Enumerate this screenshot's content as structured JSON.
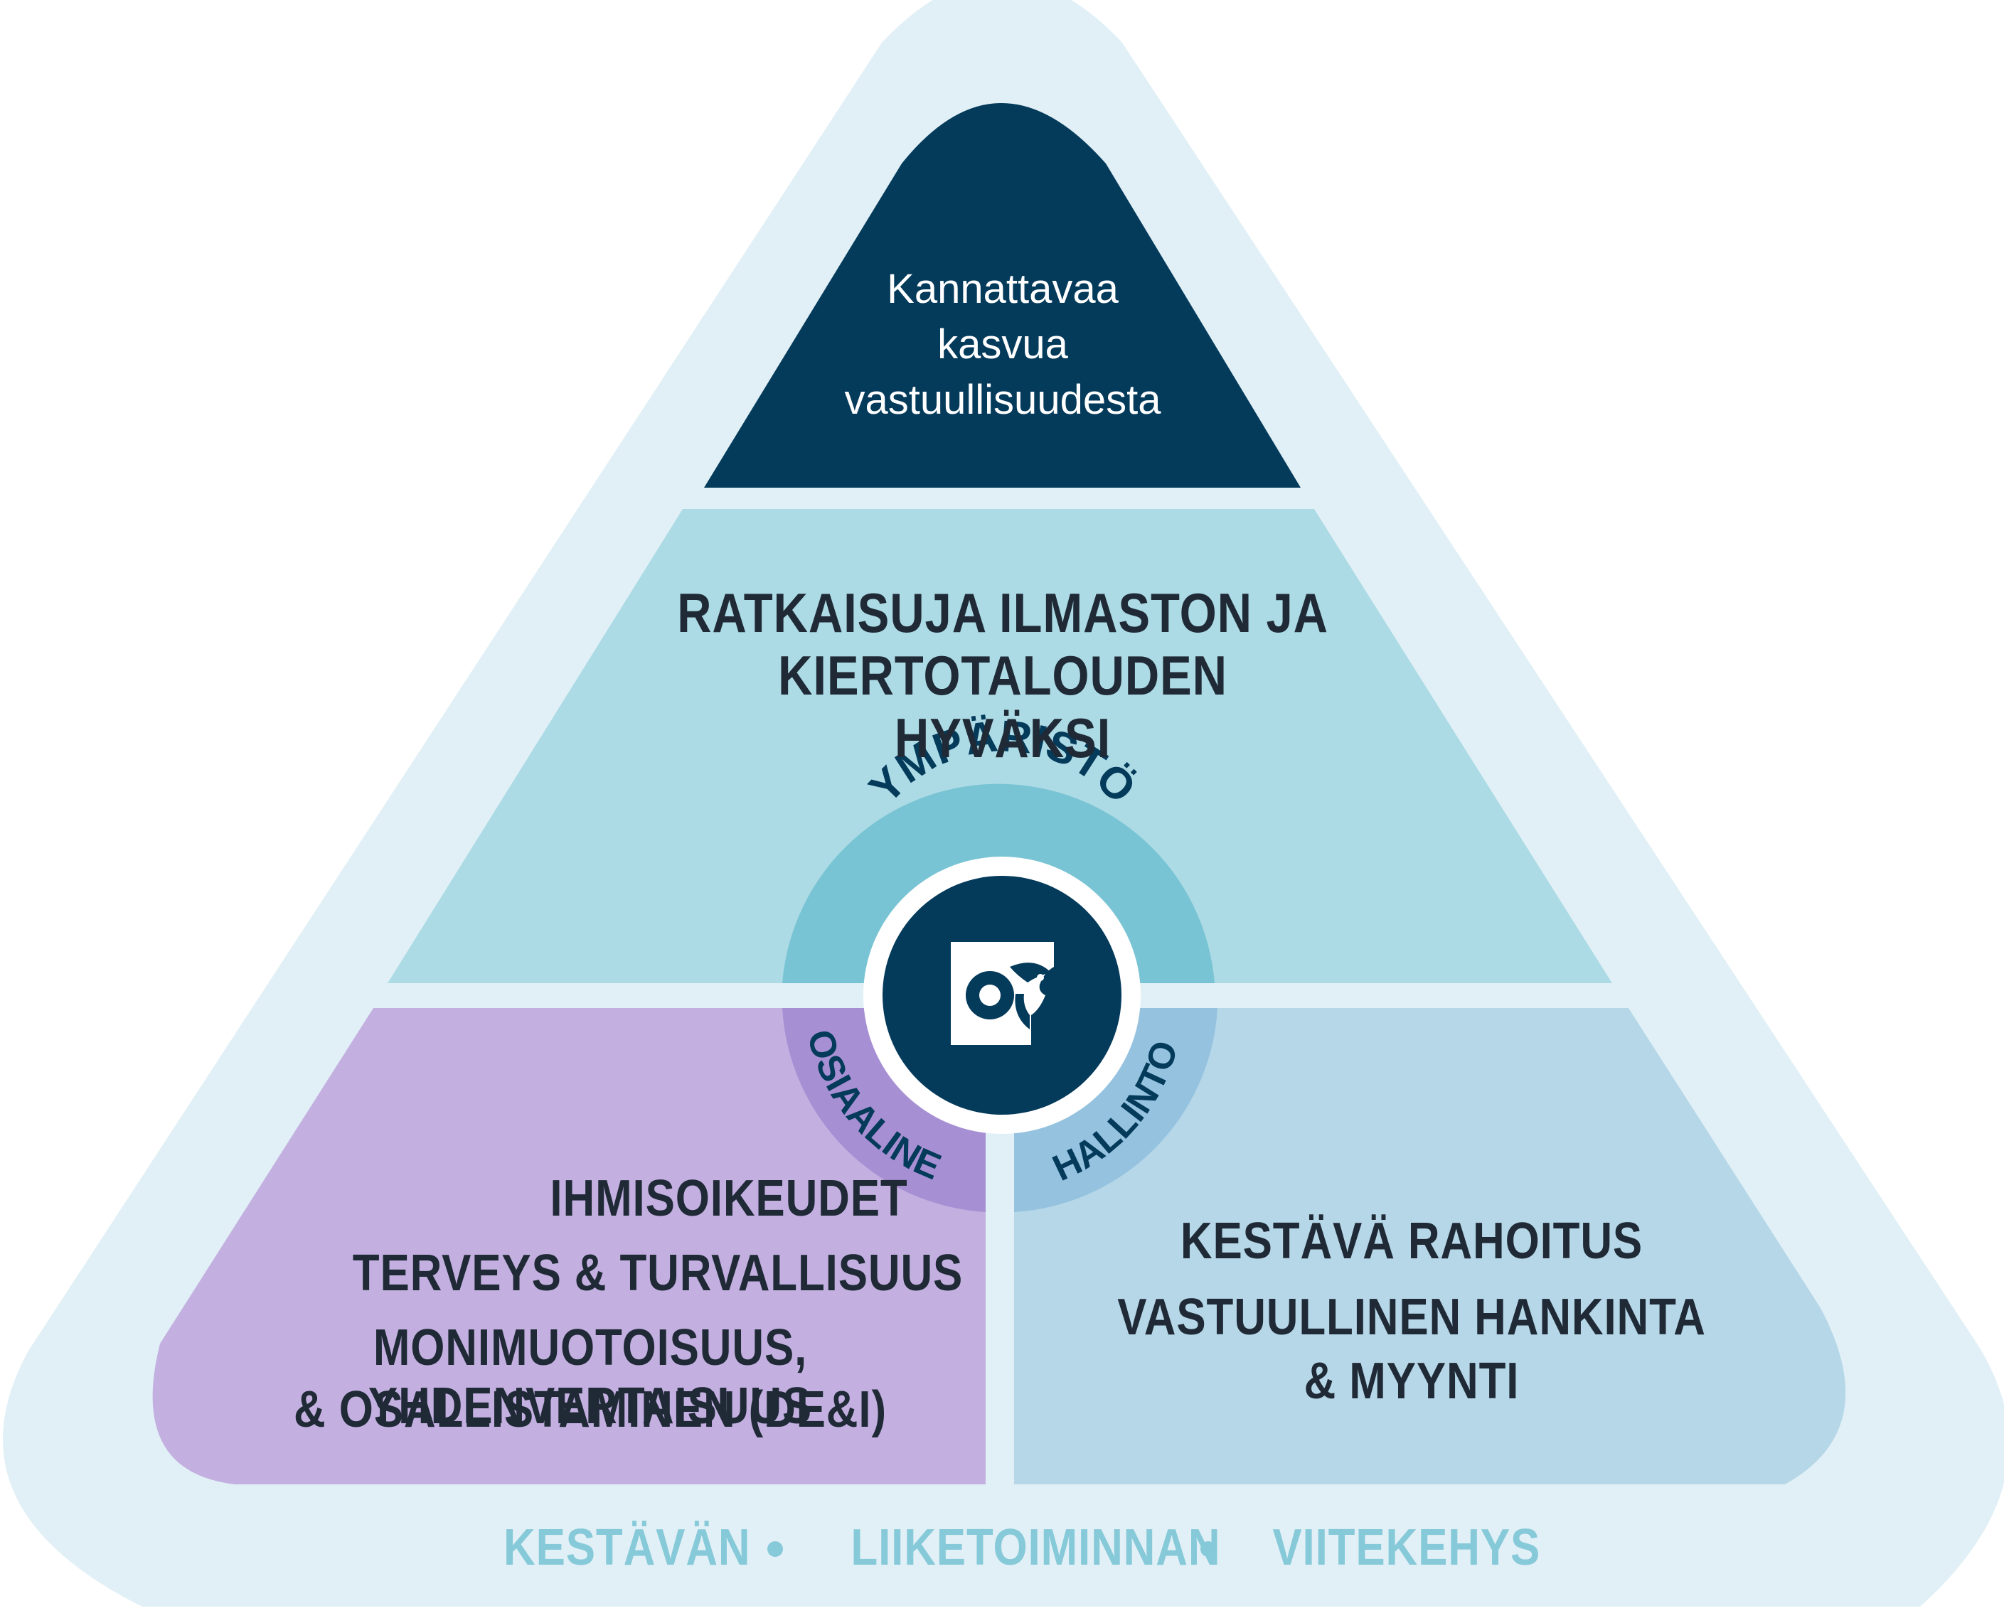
{
  "colors": {
    "outer": "#e1f0f6",
    "top": "#043a5a",
    "environment": "#acdbe5",
    "social": "#c3b0e0",
    "governance": "#b6d7e8",
    "ring_env": "#79c4d4",
    "ring_social": "#a78fd3",
    "ring_gov": "#94c2df",
    "text_dark": "#1f2a36",
    "footer": "#86c9d8"
  },
  "top": {
    "lines": [
      "Kannattavaa",
      "kasvua",
      "vastuullisuudesta"
    ]
  },
  "environment": {
    "lines": [
      "RATKAISUJA ILMASTON JA",
      "KIERTOTALOUDEN HYVÄKSI"
    ]
  },
  "social": {
    "lines": [
      "IHMISOIKEUDET",
      "TERVEYS & TURVALLISUUS",
      "MONIMUOTOISUUS, YHDENVERTAISUUS",
      "& OSALLISTAMINEN (DE&I)"
    ]
  },
  "governance": {
    "lines": [
      "KESTÄVÄ RAHOITUS",
      "VASTUULLINEN HANKINTA",
      "& MYYNTI"
    ]
  },
  "ring": {
    "environment_label": "YMPÄRISTÖ",
    "social_label": "SOSIAALINEN",
    "governance_label": "HALLINTO"
  },
  "logo": {
    "icon": "company-logo-icon"
  },
  "footer": {
    "words": [
      "KESTÄVÄN",
      "LIIKETOIMINNAN",
      "VIITEKEHYS"
    ]
  }
}
